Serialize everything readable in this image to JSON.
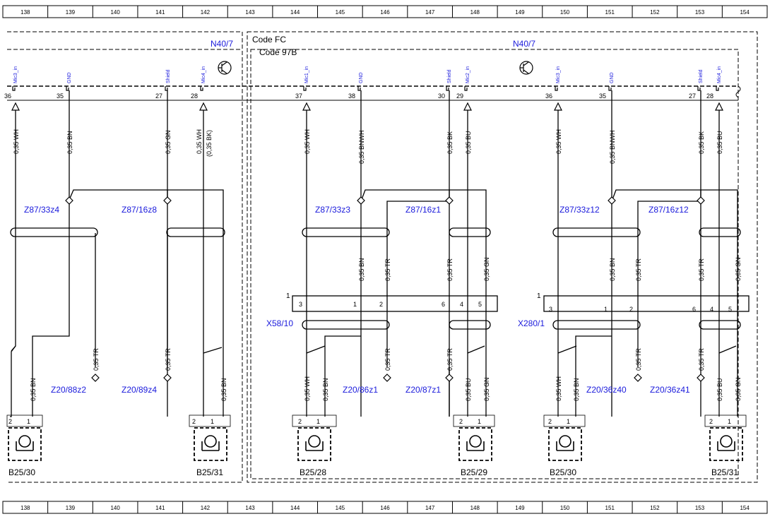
{
  "ruler": {
    "columns": [
      "138",
      "139",
      "140",
      "141",
      "142",
      "143",
      "144",
      "145",
      "146",
      "147",
      "148",
      "149",
      "150",
      "151",
      "152",
      "153",
      "154"
    ]
  },
  "frames": {
    "left_module": "N40/7",
    "right_module": "N40/7",
    "code_fc": "Code FC",
    "code_97b": "Code 97B"
  },
  "pins": {
    "mic3_in": "Mic3_in",
    "gnd": "GND",
    "shield": "Shield",
    "mic4_in": "Mic4_in",
    "mic1_in": "Mic1_in",
    "mic2_in": "Mic2_in",
    "n36": "36",
    "n35": "35",
    "n27": "27",
    "n28": "28",
    "n37": "37",
    "n38": "38",
    "n30": "30",
    "n29": "29",
    "n36b": "36",
    "n35b": "35",
    "n27b": "27",
    "n28b": "28"
  },
  "wires": {
    "wh": "0,35 WH",
    "bn": "0,35 BN",
    "gn": "0,35 GN",
    "wh_bk": "0,35 WH",
    "bk_paren": "(0,35 BK)",
    "bnwh": "0,35 BNWH",
    "bk": "0,35 BK",
    "bu": "0,35 BU",
    "tr": "0,35 TR"
  },
  "splices": {
    "z87_33z4": "Z87/33z4",
    "z87_16z8": "Z87/16z8",
    "z87_33z3": "Z87/33z3",
    "z87_16z1": "Z87/16z1",
    "z87_33z12": "Z87/33z12",
    "z87_16z12": "Z87/16z12",
    "z20_88z2": "Z20/88z2",
    "z20_89z4": "Z20/89z4",
    "z20_86z1": "Z20/86z1",
    "z20_87z1": "Z20/87z1",
    "z20_36z40": "Z20/36z40",
    "z20_36z41": "Z20/36z41"
  },
  "connectors": {
    "x58": "X58/10",
    "x280": "X280/1",
    "one": "1",
    "p3": "3",
    "p1": "1",
    "p2": "2",
    "p6": "6",
    "p4": "4",
    "p5": "5"
  },
  "mics": {
    "b25_30": "B25/30",
    "b25_31": "B25/31",
    "b25_28": "B25/28",
    "b25_29": "B25/29",
    "b25_30b": "B25/30",
    "b25_31b": "B25/31",
    "pin2": "2",
    "pin1": "1"
  },
  "colors": {
    "line": "#000000",
    "label_blue": "#1a1adc"
  }
}
